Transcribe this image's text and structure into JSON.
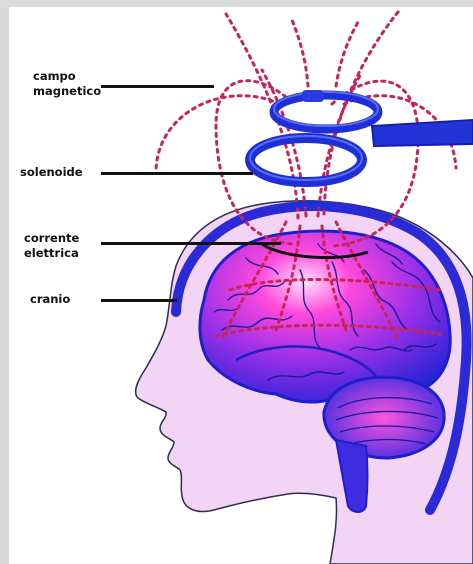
{
  "labels": {
    "campo": "campo\nmagnetico",
    "solenoide": "solenoide",
    "corrente": "corrente\nelettrica",
    "cranio": "cranio"
  },
  "colors": {
    "head_fill": "#f3d4f5",
    "skull": "#2a2ad6",
    "brain": "#3a2be8",
    "brain_glow": "#ff38d8",
    "coil": "#1f2fd8",
    "field_lines": "#c8245a",
    "text": "#111111"
  }
}
